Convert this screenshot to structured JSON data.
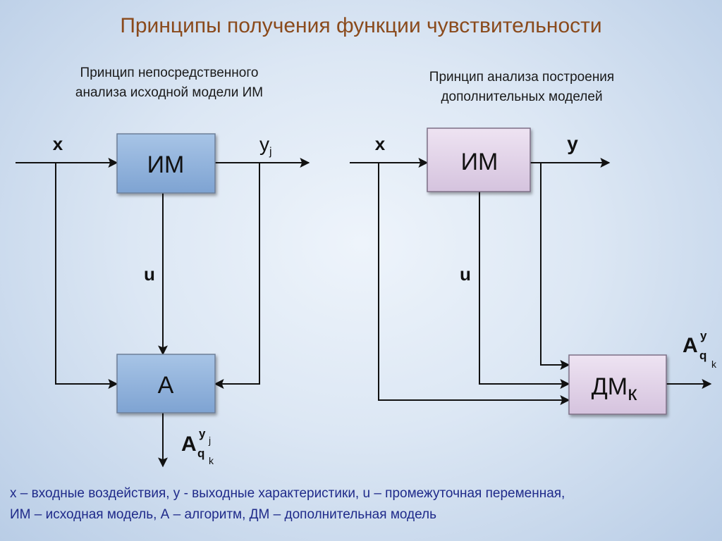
{
  "title": "Принципы получения функции чувствительности",
  "left": {
    "subtitle": "Принцип непосредственного\nанализа исходной модели ИМ",
    "input_label": "x",
    "model_box": "ИМ",
    "output_label": "y",
    "output_sub": "j",
    "mid_label": "u",
    "algo_box": "А",
    "result": {
      "main": "A",
      "sup": "y",
      "sup_sub": "j",
      "sub": "q",
      "sub_sub": "k"
    }
  },
  "right": {
    "subtitle": "Принцип анализа построения\nдополнительных моделей",
    "input_label": "x",
    "model_box": "ИМ",
    "output_label": "y",
    "mid_label": "u",
    "dm_box": "ДМ",
    "dm_sub": "к",
    "result": {
      "main": "A",
      "sup": "y",
      "sub": "q",
      "sub_sub": "k"
    }
  },
  "legend": {
    "line1": "x – входные воздействия, y - выходные характеристики, u – промежуточная переменная,",
    "line2": "ИМ – исходная модель, А – алгоритм, ДМ – дополнительная модель"
  },
  "colors": {
    "title": "#8a4a1c",
    "box_blue": "#8fb2dc",
    "box_pink": "#e3d5ea",
    "legend_text": "#1f2a8a"
  }
}
